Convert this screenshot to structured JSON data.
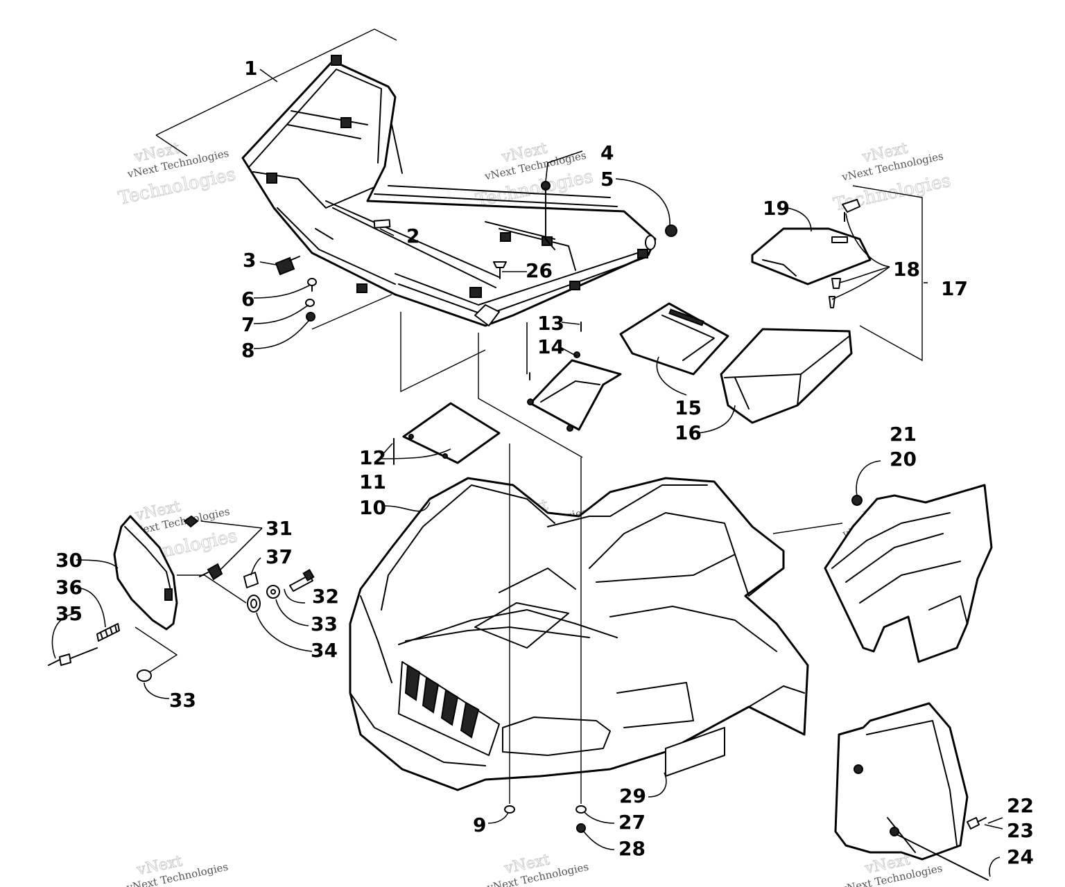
{
  "watermark": {
    "brand": "vNext",
    "company": "vNext Technologies",
    "word": "Technologies"
  },
  "callouts": {
    "p1": "1",
    "p2": "2",
    "p3": "3",
    "p4": "4",
    "p5": "5",
    "p6": "6",
    "p7": "7",
    "p8": "8",
    "p9": "9",
    "p10": "10",
    "p11": "11",
    "p12": "12",
    "p13": "13",
    "p14": "14",
    "p15": "15",
    "p16": "16",
    "p17": "17",
    "p18": "18",
    "p19": "19",
    "p20": "20",
    "p21": "21",
    "p22": "22",
    "p23": "23",
    "p24": "24",
    "p26": "26",
    "p27": "27",
    "p28": "28",
    "p29": "29",
    "p30": "30",
    "p31": "31",
    "p32": "32",
    "p33a": "33",
    "p33b": "33",
    "p34": "34",
    "p35": "35",
    "p36": "36",
    "p37": "37"
  }
}
